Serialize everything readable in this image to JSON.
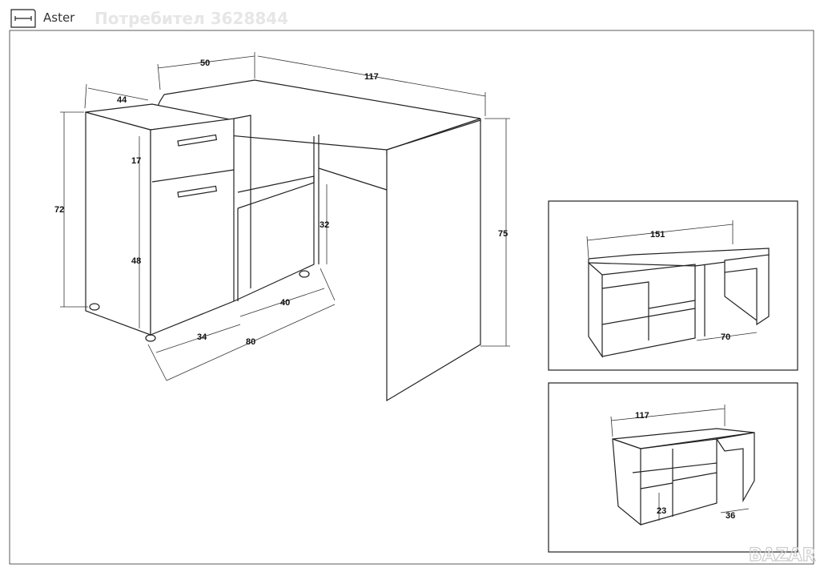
{
  "header": {
    "title": "Aster",
    "icon": "dimension-icon"
  },
  "watermark": {
    "user": "Потребител 3628844",
    "logo": "BAZAR"
  },
  "main_view": {
    "dims": {
      "depth_top": "50",
      "width_top": "117",
      "cab_depth": "44",
      "cab_height": "72",
      "drawer": "17",
      "door": "48",
      "shelf": "32",
      "desk_height": "75",
      "cab_side": "40",
      "cab_front": "34",
      "cab_width": "80"
    }
  },
  "view_extended": {
    "width": "151",
    "leg": "70"
  },
  "view_compact": {
    "width": "117",
    "shelf": "23",
    "leg": "36"
  }
}
